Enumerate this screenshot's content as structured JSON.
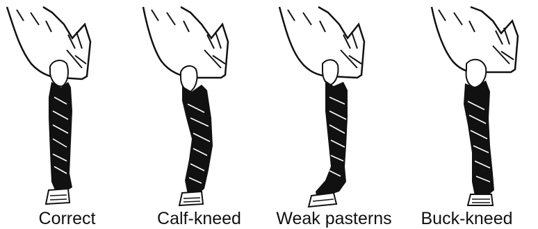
{
  "legs": [
    {
      "label": "Correct"
    },
    {
      "label": "Calf-kneed"
    },
    {
      "label": "Weak pasterns"
    },
    {
      "label": "Buck-kneed"
    }
  ]
}
